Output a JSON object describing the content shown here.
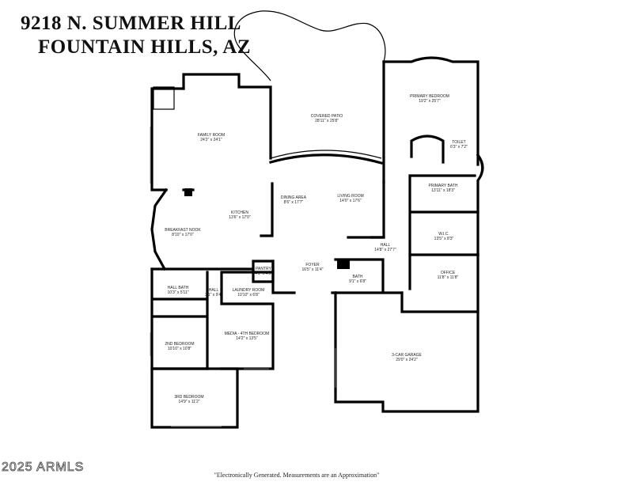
{
  "header": {
    "line1": "9218 N. SUMMER HILL",
    "line2": "FOUNTAIN HILLS, AZ"
  },
  "rooms": [
    {
      "name": "PRIMARY BEDROOM",
      "dims": "19'2\" x 25'7\""
    },
    {
      "name": "COVERED PATIO",
      "dims": "28'11\" x 25'8\""
    },
    {
      "name": "FAMILY ROOM",
      "dims": "24'2\" x 24'1\""
    },
    {
      "name": "TOILET",
      "dims": "6'3\" x 7'2\""
    },
    {
      "name": "PRIMARY BATH",
      "dims": "13'11\" x 18'3\""
    },
    {
      "name": "DINING AREA",
      "dims": "8'6\" x 17'7\""
    },
    {
      "name": "LIVING ROOM",
      "dims": "14'0\" x 17'6\""
    },
    {
      "name": "KITCHEN",
      "dims": "13'6\" x 17'0\""
    },
    {
      "name": "BREAKFAST NOOK",
      "dims": "8'10\" x 17'0\""
    },
    {
      "name": "W.I.C.",
      "dims": "13'5\" x 8'3\""
    },
    {
      "name": "HALL",
      "dims": "14'8\" x 27'7\""
    },
    {
      "name": "PANTRY",
      "dims": "4'1\" x 4'0\""
    },
    {
      "name": "FOYER",
      "dims": "16'5\" x 11'4\""
    },
    {
      "name": "OFFICE",
      "dims": "11'8\" x 11'8\""
    },
    {
      "name": "BATH",
      "dims": "9'1\" x 6'8\""
    },
    {
      "name": "HALL BATH",
      "dims": "10'3\" x 5'11\""
    },
    {
      "name": "HALL",
      "dims": "3'1\" x 9'4\""
    },
    {
      "name": "LAUNDRY ROOM",
      "dims": "10'10\" x 6'8\""
    },
    {
      "name": "MEDIA - 4TH BEDROOM",
      "dims": "14'2\" x 13'5\""
    },
    {
      "name": "2ND BEDROOM",
      "dims": "10'10\" x 10'8\""
    },
    {
      "name": "3-CAR GARAGE",
      "dims": "29'0\" x 24'2\""
    },
    {
      "name": "3RD BEDROOM",
      "dims": "14'9\" x 11'2\""
    }
  ],
  "footer": {
    "disclaimer": "\"Electronically Generated.  Measurements are an Approximation\"",
    "copyright": "2025 ARMLS"
  }
}
